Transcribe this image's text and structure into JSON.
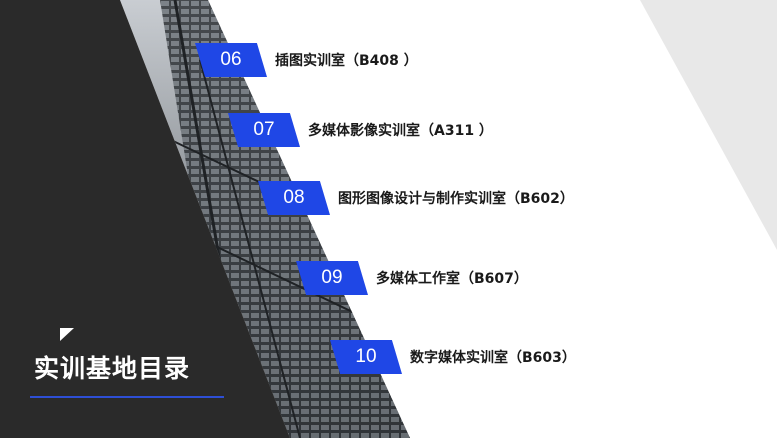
{
  "slide": {
    "title": "实训基地目录",
    "accent_color": "#1f47e6",
    "dark_color": "#2a2a2a",
    "items": [
      {
        "number": "06",
        "label": "插图实训室（B408 ）"
      },
      {
        "number": "07",
        "label": "多媒体影像实训室（A311 ）"
      },
      {
        "number": "08",
        "label": "图形图像设计与制作实训室（B602）"
      },
      {
        "number": "09",
        "label": "多媒体工作室（B607）"
      },
      {
        "number": "10",
        "label": "数字媒体实训室（B603）"
      }
    ]
  }
}
